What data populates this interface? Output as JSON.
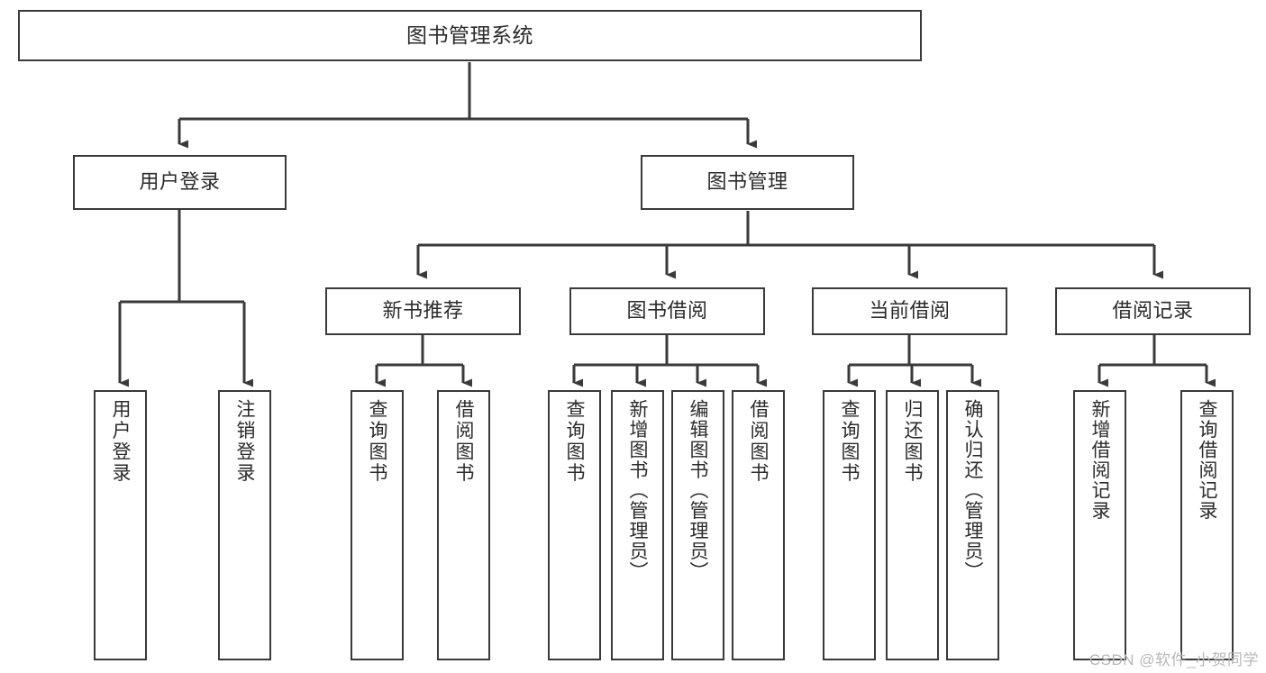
{
  "diagram": {
    "title": "图书管理系统",
    "type": "hierarchy-tree",
    "watermark": "CSDN @软件_小贺同学",
    "colors": {
      "background": "#ffffff",
      "box_border": "#3a3a3a",
      "box_fill": "#ffffff",
      "edge": "#3a3a3a",
      "text": "#2b2b2b",
      "watermark_text": "#b8b8b8"
    },
    "nodes": {
      "root": {
        "label": "图书管理系统"
      },
      "level1": [
        {
          "id": "user-login",
          "label": "用户登录"
        },
        {
          "id": "book-management",
          "label": "图书管理"
        }
      ],
      "level2": [
        {
          "id": "new-book-recommend",
          "label": "新书推荐"
        },
        {
          "id": "book-borrow",
          "label": "图书借阅"
        },
        {
          "id": "current-borrow",
          "label": "当前借阅"
        },
        {
          "id": "borrow-record",
          "label": "借阅记录"
        }
      ],
      "leaves": {
        "user-login": [
          {
            "id": "leaf-user-login",
            "label": "用户登录"
          },
          {
            "id": "leaf-logout-login",
            "label": "注销登录"
          }
        ],
        "new-book-recommend": [
          {
            "id": "leaf-query-book-1",
            "label": "查询图书"
          },
          {
            "id": "leaf-borrow-book-1",
            "label": "借阅图书"
          }
        ],
        "book-borrow": [
          {
            "id": "leaf-query-book-2",
            "label": "查询图书"
          },
          {
            "id": "leaf-add-book-admin",
            "label": "新增图书（管理员）"
          },
          {
            "id": "leaf-edit-book-admin",
            "label": "编辑图书（管理员）"
          },
          {
            "id": "leaf-borrow-book-2",
            "label": "借阅图书"
          }
        ],
        "current-borrow": [
          {
            "id": "leaf-query-book-3",
            "label": "查询图书"
          },
          {
            "id": "leaf-return-book",
            "label": "归还图书"
          },
          {
            "id": "leaf-confirm-return-admin",
            "label": "确认归还（管理员）"
          }
        ],
        "borrow-record": [
          {
            "id": "leaf-add-borrow-record",
            "label": "新增借阅记录"
          },
          {
            "id": "leaf-query-borrow-record",
            "label": "查询借阅记录"
          }
        ]
      }
    }
  }
}
